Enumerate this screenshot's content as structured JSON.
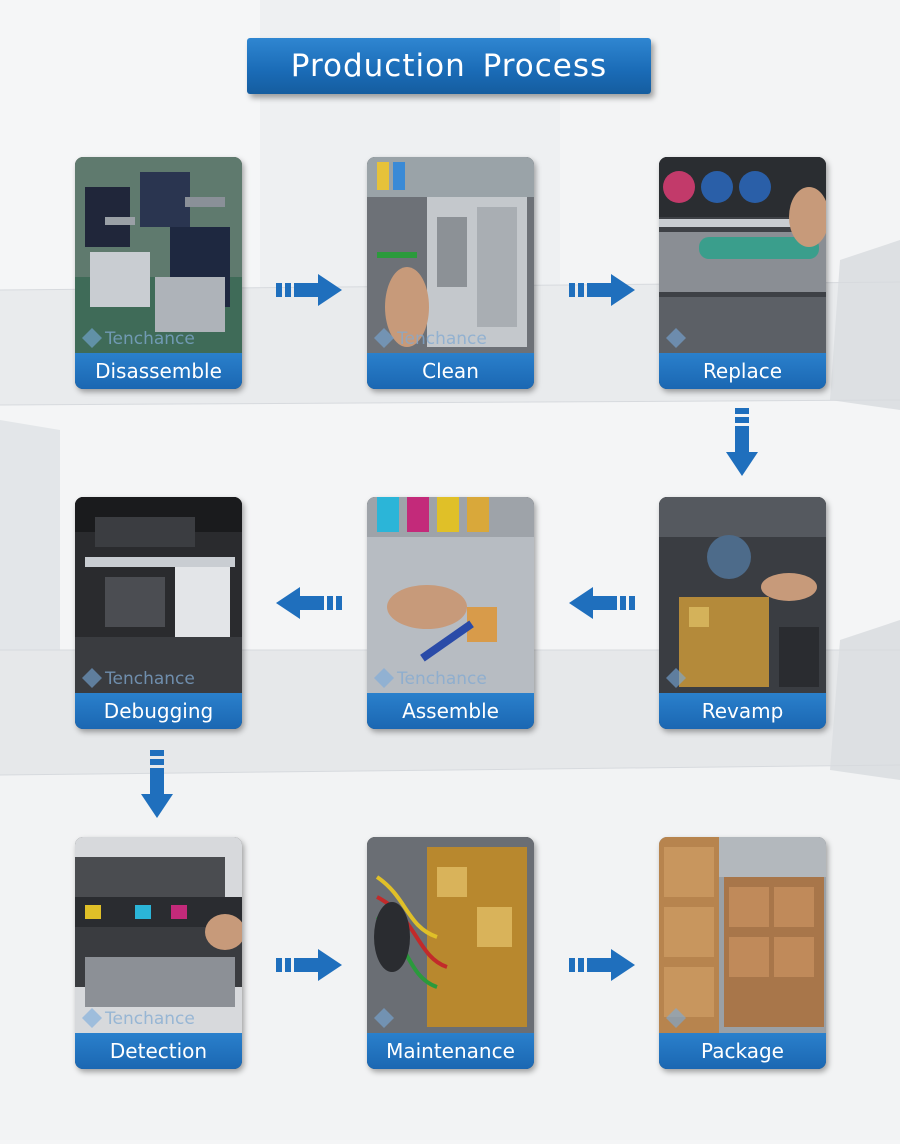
{
  "title": "Production Process",
  "watermark": "Tenchance",
  "steps": [
    {
      "label": "Disassemble",
      "scene": "machines-floor"
    },
    {
      "label": "Clean",
      "scene": "hand-cleaning"
    },
    {
      "label": "Replace",
      "scene": "toner-drum"
    },
    {
      "label": "Revamp",
      "scene": "circuit-board"
    },
    {
      "label": "Assemble",
      "scene": "toner-slots"
    },
    {
      "label": "Debugging",
      "scene": "copier-open"
    },
    {
      "label": "Detection",
      "scene": "copier-front"
    },
    {
      "label": "Maintenance",
      "scene": "wires-board"
    },
    {
      "label": "Package",
      "scene": "boxes-warehouse"
    }
  ],
  "colors": {
    "accent": "#1b67b2",
    "arrow": "#1f6fbd"
  },
  "arrows": [
    "arrow-right-icon",
    "arrow-right-icon",
    "arrow-down-icon",
    "arrow-left-icon",
    "arrow-left-icon",
    "arrow-down-icon",
    "arrow-right-icon",
    "arrow-right-icon"
  ]
}
